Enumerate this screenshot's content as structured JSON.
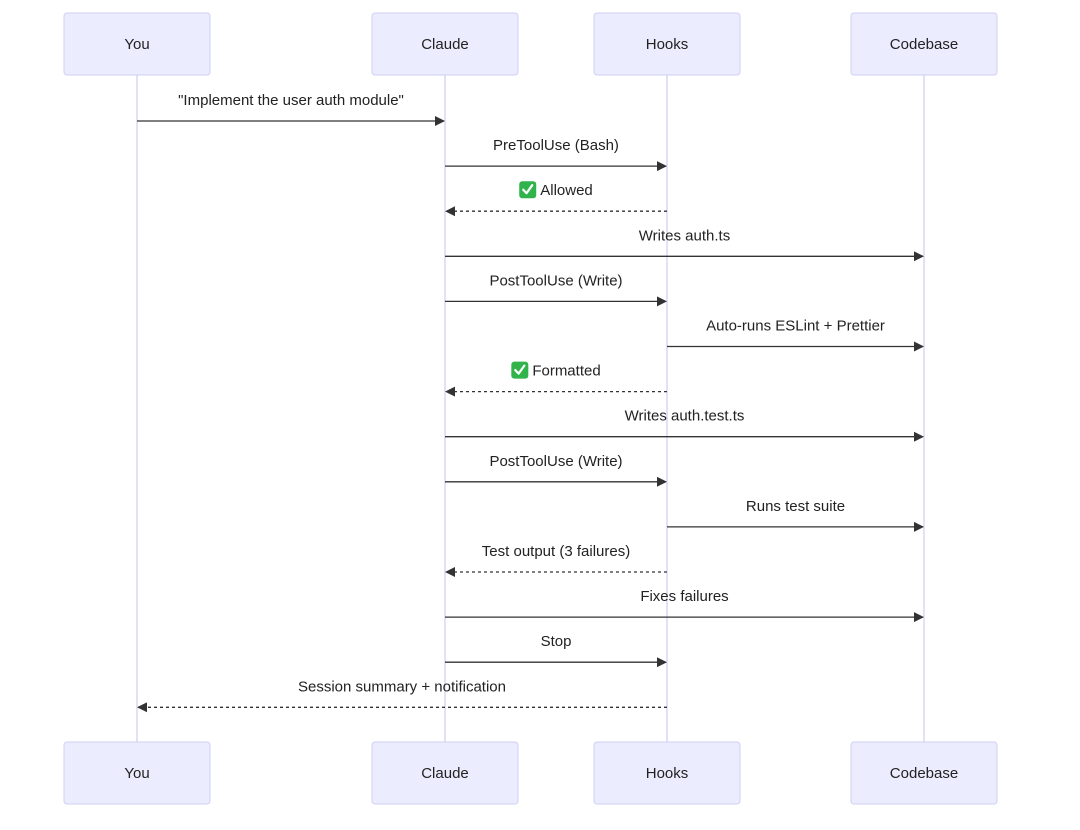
{
  "participants": [
    {
      "id": "you",
      "label": "You"
    },
    {
      "id": "claude",
      "label": "Claude"
    },
    {
      "id": "hooks",
      "label": "Hooks"
    },
    {
      "id": "codebase",
      "label": "Codebase"
    }
  ],
  "messages": [
    {
      "from": "you",
      "to": "claude",
      "text": "\"Implement the user auth module\"",
      "style": "solid",
      "icon": null
    },
    {
      "from": "claude",
      "to": "hooks",
      "text": "PreToolUse (Bash)",
      "style": "solid",
      "icon": null
    },
    {
      "from": "hooks",
      "to": "claude",
      "text": "Allowed",
      "style": "dotted",
      "icon": "check-mark-icon"
    },
    {
      "from": "claude",
      "to": "codebase",
      "text": "Writes auth.ts",
      "style": "solid",
      "icon": null
    },
    {
      "from": "claude",
      "to": "hooks",
      "text": "PostToolUse (Write)",
      "style": "solid",
      "icon": null
    },
    {
      "from": "hooks",
      "to": "codebase",
      "text": "Auto-runs ESLint + Prettier",
      "style": "solid",
      "icon": null
    },
    {
      "from": "hooks",
      "to": "claude",
      "text": "Formatted",
      "style": "dotted",
      "icon": "check-mark-icon"
    },
    {
      "from": "claude",
      "to": "codebase",
      "text": "Writes auth.test.ts",
      "style": "solid",
      "icon": null
    },
    {
      "from": "claude",
      "to": "hooks",
      "text": "PostToolUse (Write)",
      "style": "solid",
      "icon": null
    },
    {
      "from": "hooks",
      "to": "codebase",
      "text": "Runs test suite",
      "style": "solid",
      "icon": null
    },
    {
      "from": "hooks",
      "to": "claude",
      "text": "Test output (3 failures)",
      "style": "dotted",
      "icon": null
    },
    {
      "from": "claude",
      "to": "codebase",
      "text": "Fixes failures",
      "style": "solid",
      "icon": null
    },
    {
      "from": "claude",
      "to": "hooks",
      "text": "Stop",
      "style": "solid",
      "icon": null
    },
    {
      "from": "hooks",
      "to": "you",
      "text": "Session summary + notification",
      "style": "dotted",
      "icon": null
    }
  ],
  "colors": {
    "actor_fill": "#ececff",
    "actor_border": "#cfcff5",
    "lifeline": "#cfcff0",
    "message_line": "#333333",
    "check_icon": "#2fb34a"
  }
}
